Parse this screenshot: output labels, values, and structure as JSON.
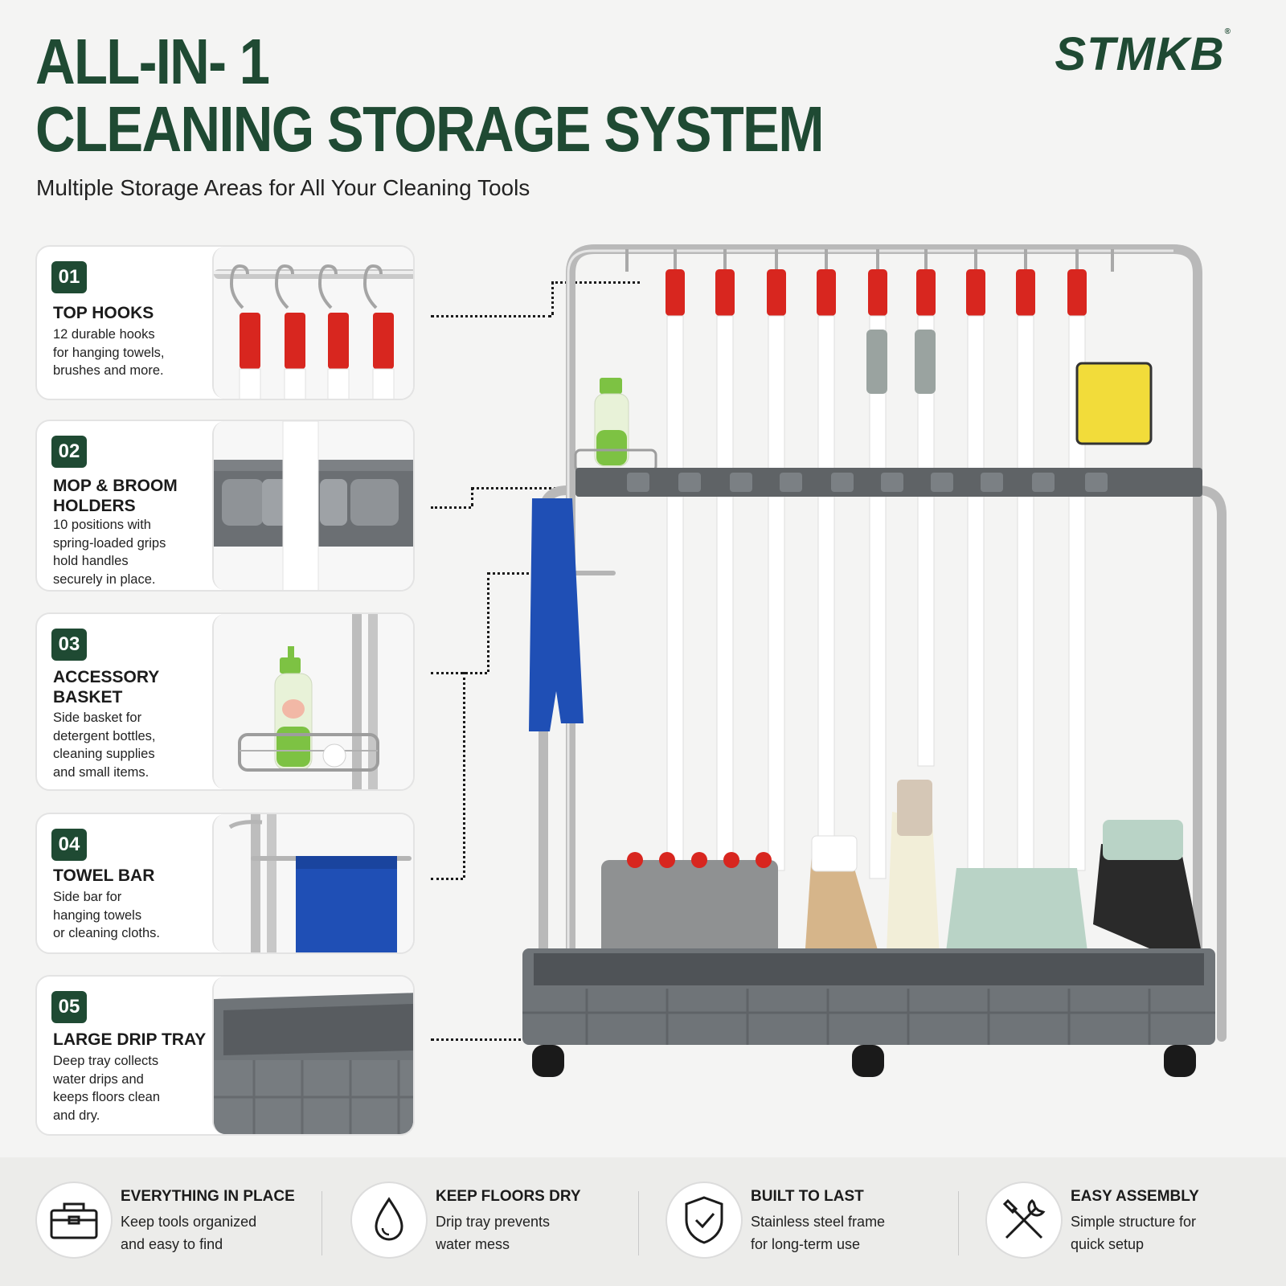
{
  "header": {
    "title_line1": "ALL-IN- 1",
    "title_line2": "CLEANING STORAGE SYSTEM",
    "subtitle": "Multiple Storage Areas for All Your Cleaning Tools",
    "brand": "STMKB",
    "brand_mark": "®"
  },
  "features": [
    {
      "num": "01",
      "title": "TOP HOOKS",
      "desc": [
        "12 durable hooks",
        "for hanging towels,",
        "brushes and more."
      ]
    },
    {
      "num": "02",
      "title": "MOP & BROOM HOLDERS",
      "desc": [
        "10 positions with",
        "spring-loaded grips",
        "hold handles",
        "securely in place."
      ]
    },
    {
      "num": "03",
      "title": "ACCESSORY BASKET",
      "desc": [
        "Side basket for",
        "detergent bottles,",
        "cleaning supplies",
        "and small items."
      ]
    },
    {
      "num": "04",
      "title": "TOWEL BAR",
      "desc": [
        "Side bar for",
        "hanging towels",
        "or cleaning cloths."
      ]
    },
    {
      "num": "05",
      "title": "LARGE DRIP TRAY",
      "desc": [
        "Deep tray collects",
        "water drips and",
        "keeps floors clean",
        "and dry."
      ]
    }
  ],
  "footer": [
    {
      "icon": "toolbox-icon",
      "title": "EVERYTHING IN PLACE",
      "desc": [
        "Keep tools organized",
        "and easy to find"
      ]
    },
    {
      "icon": "water-drop-icon",
      "title": "KEEP FLOORS DRY",
      "desc": [
        "Drip tray prevents",
        "water mess"
      ]
    },
    {
      "icon": "shield-check-icon",
      "title": "BUILT TO LAST",
      "desc": [
        "Stainless steel frame",
        "for long-term use"
      ]
    },
    {
      "icon": "tools-icon",
      "title": "EASY ASSEMBLY",
      "desc": [
        "Simple structure for",
        "quick setup"
      ]
    }
  ],
  "colors": {
    "brand_green": "#1f4a33",
    "hook_red": "#d8261f",
    "holder_gray": "#5f6366",
    "tray_gray": "#6f7478",
    "towel_blue": "#1f4fb5",
    "cloth_yellow": "#f2dc3a",
    "dustpan_mint": "#b9d3c6"
  }
}
